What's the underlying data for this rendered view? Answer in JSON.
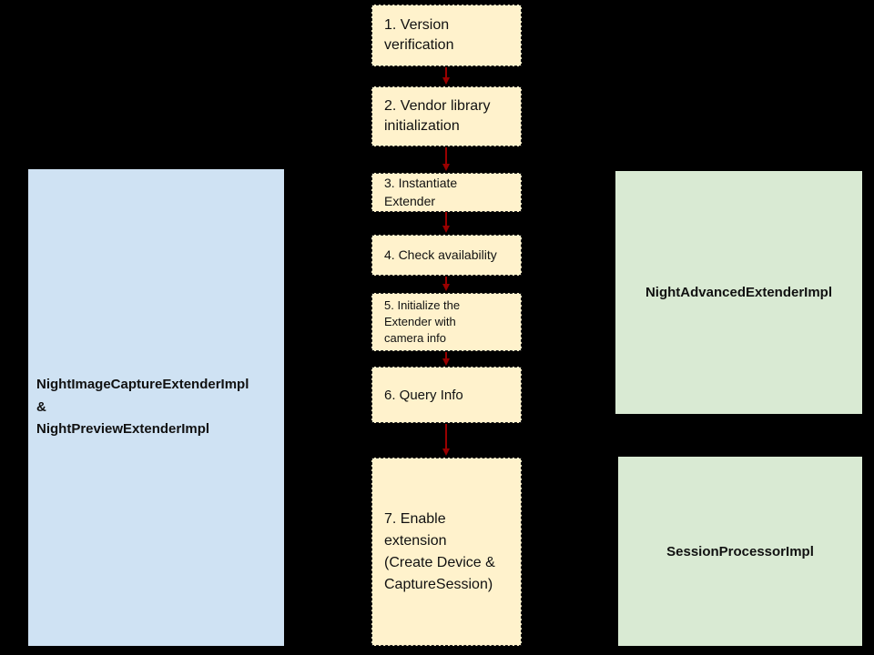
{
  "diagram": {
    "background_color": "#000000",
    "flow_box_fill": "#FFF2CC",
    "left_box_fill": "#CFE2F3",
    "right_box_fill": "#D9EAD3",
    "arrow_color": "#990000",
    "flow_steps": [
      {
        "label": "1. Version\nverification"
      },
      {
        "label": "2. Vendor library\ninitialization"
      },
      {
        "label": "3. Instantiate\nExtender"
      },
      {
        "label": "4. Check availability"
      },
      {
        "label": "5. Initialize the\nExtender with\ncamera info"
      },
      {
        "label": "6. Query Info"
      },
      {
        "label": "7. Enable\nextension\n(Create Device &\nCaptureSession)"
      }
    ],
    "left_box": {
      "label": "NightImageCaptureExtenderImpl\n&\nNightPreviewExtenderImpl"
    },
    "right_boxes": [
      {
        "label": "NightAdvancedExtenderImpl"
      },
      {
        "label": "SessionProcessorImpl"
      }
    ]
  }
}
